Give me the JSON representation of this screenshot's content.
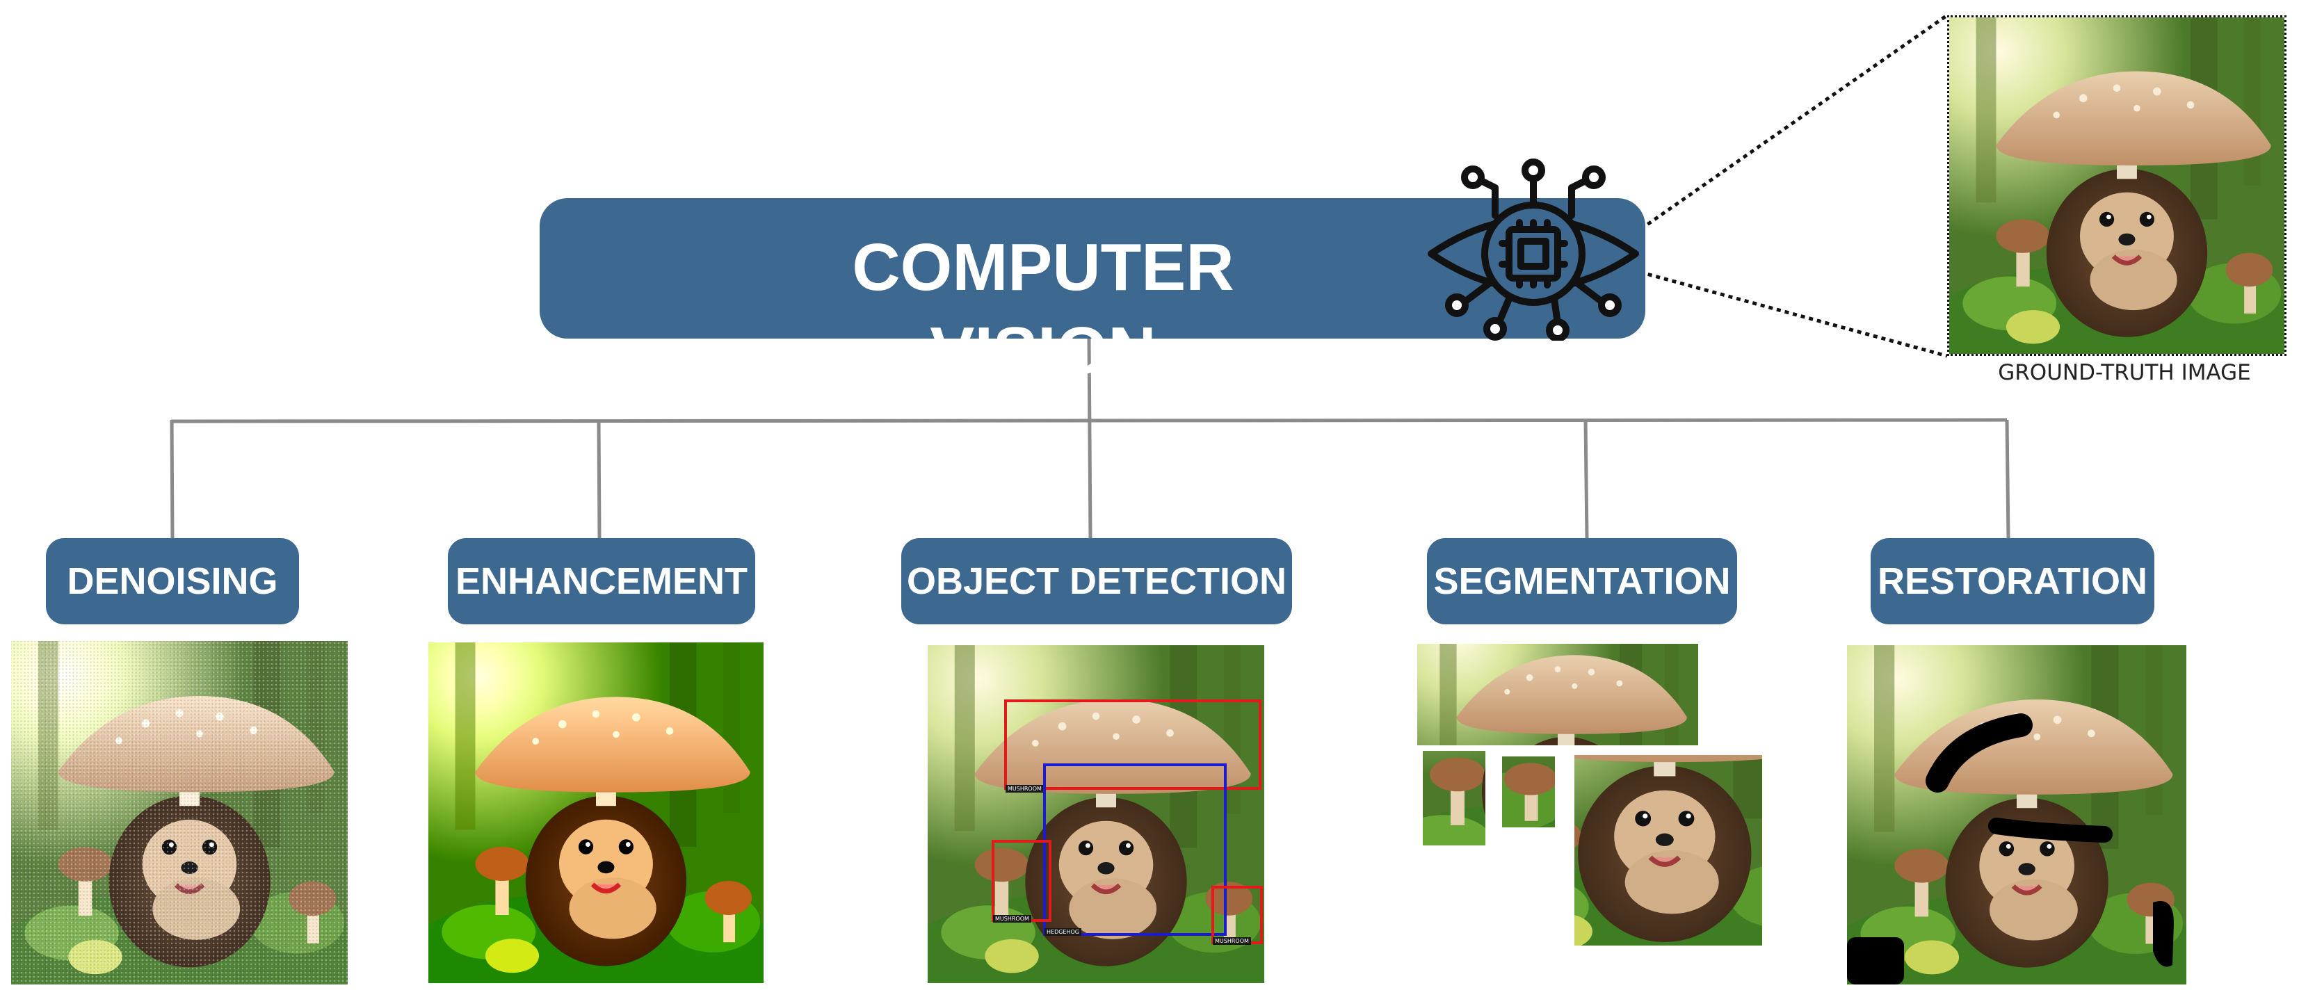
{
  "root": {
    "title": "COMPUTER VISION",
    "icon": "ai-eye-circuit-icon"
  },
  "ground_truth": {
    "caption": "GROUND-TRUTH IMAGE"
  },
  "nodes": [
    {
      "label": "DENOISING"
    },
    {
      "label": "ENHANCEMENT"
    },
    {
      "label": "OBJECT DETECTION"
    },
    {
      "label": "SEGMENTATION"
    },
    {
      "label": "RESTORATION"
    }
  ],
  "detection_labels": {
    "mushroom_cap": "MUSHROOM",
    "hedgehog": "HEDGEHOG",
    "mushroom_left": "MUSHROOM",
    "mushroom_right": "MUSHROOM"
  },
  "colors": {
    "node_fill": "#3d6890",
    "connector": "#8a8a8a",
    "bbox_red": "#e11b1b",
    "bbox_blue": "#1b1bd0"
  }
}
